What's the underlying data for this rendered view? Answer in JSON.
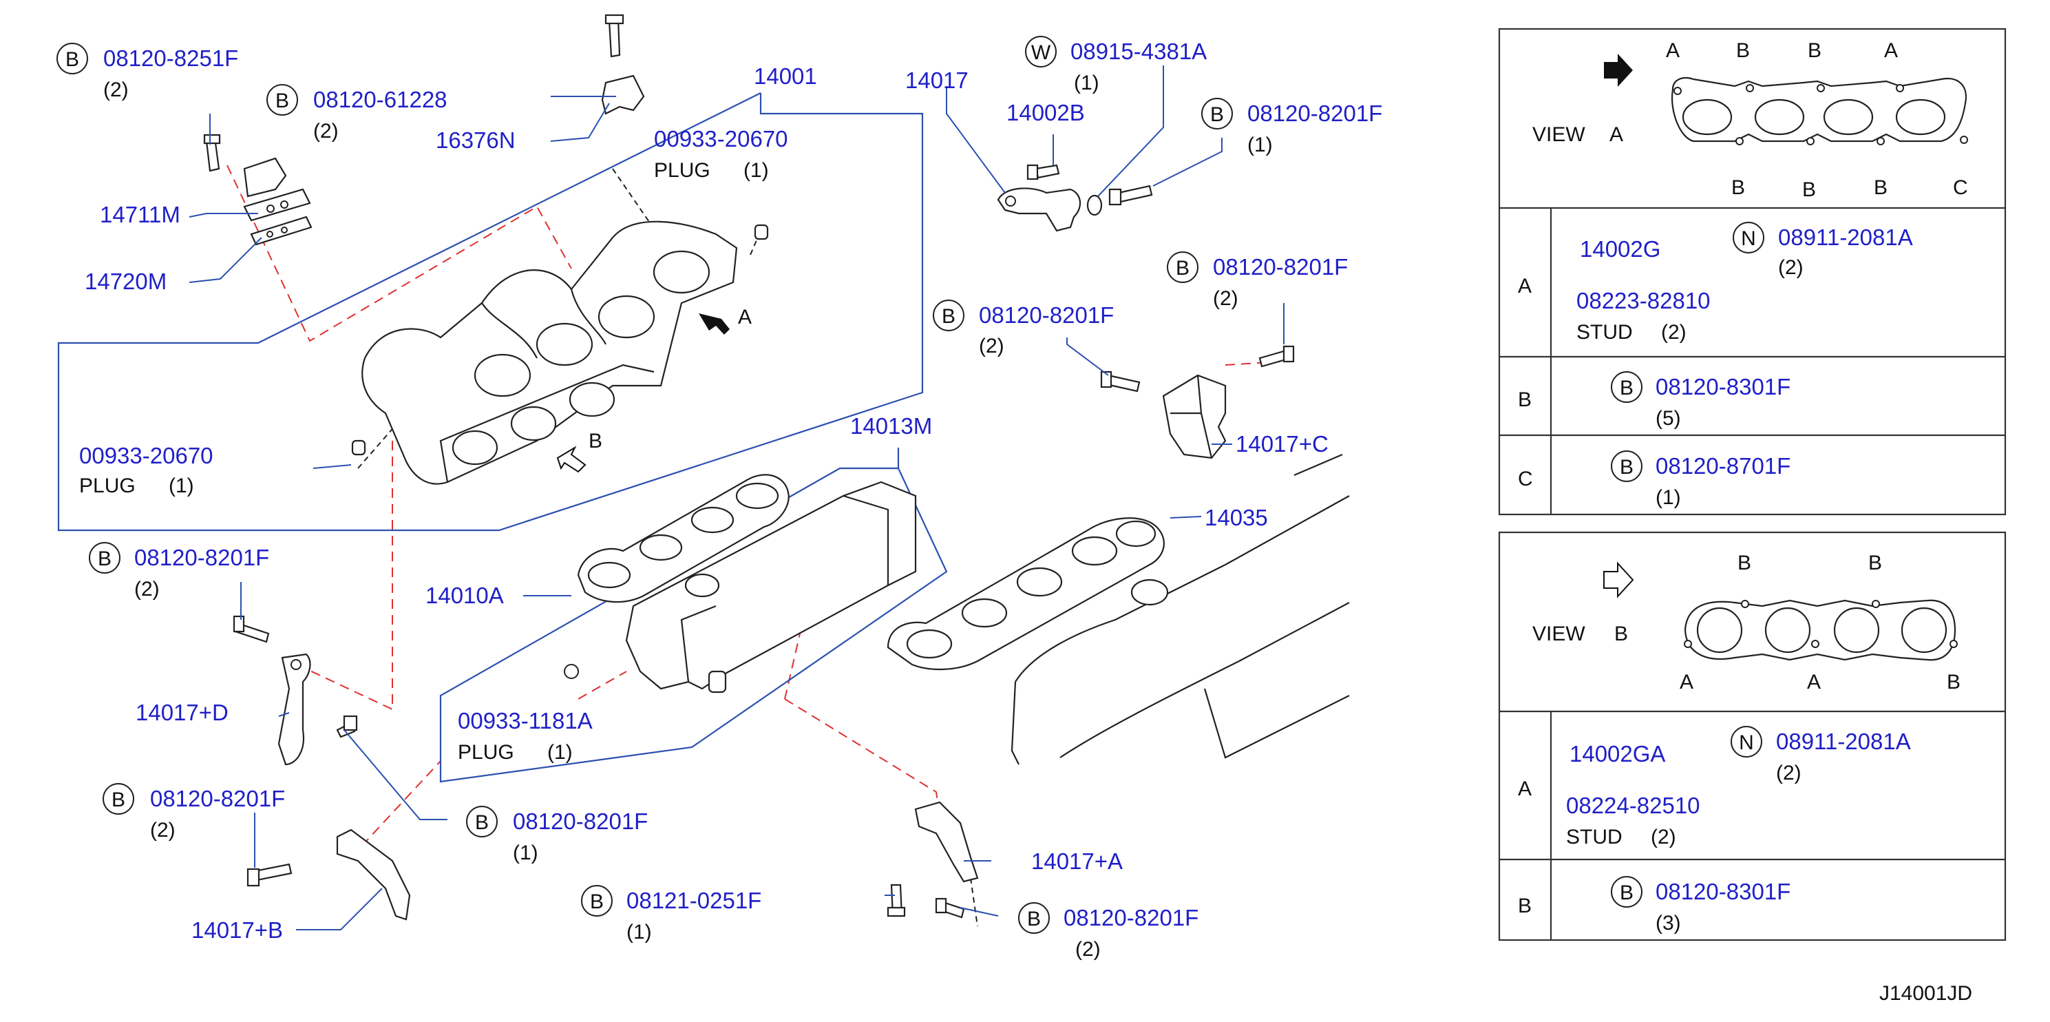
{
  "callouts": {
    "bolt_8251F": {
      "prefix": "B",
      "part": "08120-8251F",
      "qty": "(2)"
    },
    "bolt_61228": {
      "prefix": "B",
      "part": "08120-61228",
      "qty": "(2)"
    },
    "manifold": {
      "part": "14001"
    },
    "heat_insulator_16376N": {
      "part": "16376N"
    },
    "plug_upper": {
      "part": "00933-20670",
      "desc": "PLUG",
      "qty": "(1)"
    },
    "gasket_14711M": {
      "part": "14711M"
    },
    "gasket_14720M": {
      "part": "14720M"
    },
    "view_a_arrow": {
      "label": "A"
    },
    "view_b_arrow": {
      "label": "B"
    },
    "plug_left": {
      "part": "00933-20670",
      "desc": "PLUG",
      "qty": "(1)"
    },
    "bracket_14017": {
      "part": "14017"
    },
    "stud_14002B": {
      "part": "14002B"
    },
    "washer_4381A": {
      "prefix": "W",
      "part": "08915-4381A",
      "qty": "(1)"
    },
    "bolt_8201F_top": {
      "prefix": "B",
      "part": "08120-8201F",
      "qty": "(1)"
    },
    "bolt_8201F_c1": {
      "prefix": "B",
      "part": "08120-8201F",
      "qty": "(2)"
    },
    "bolt_8201F_c2": {
      "prefix": "B",
      "part": "08120-8201F",
      "qty": "(2)"
    },
    "bracket_14017C": {
      "part": "14017+C"
    },
    "collector_14013M": {
      "part": "14013M"
    },
    "gasket_14035": {
      "part": "14035"
    },
    "gasket_14010A": {
      "part": "14010A"
    },
    "bolt_8201F_d": {
      "prefix": "B",
      "part": "08120-8201F",
      "qty": "(2)"
    },
    "bracket_14017D": {
      "part": "14017+D"
    },
    "plug_1181A": {
      "part": "00933-1181A",
      "desc": "PLUG",
      "qty": "(1)"
    },
    "bolt_8201F_b": {
      "prefix": "B",
      "part": "08120-8201F",
      "qty": "(2)"
    },
    "bolt_8201F_mid": {
      "prefix": "B",
      "part": "08120-8201F",
      "qty": "(1)"
    },
    "bracket_14017B": {
      "part": "14017+B"
    },
    "bolt_0251F": {
      "prefix": "B",
      "part": "08121-0251F",
      "qty": "(1)"
    },
    "bracket_14017A": {
      "part": "14017+A"
    },
    "bolt_8201F_a": {
      "prefix": "B",
      "part": "08120-8201F",
      "qty": "(2)"
    }
  },
  "view_a": {
    "title_view": "VIEW",
    "title_letter": "A",
    "hole_top": [
      "A",
      "B",
      "B",
      "A"
    ],
    "hole_bottom": [
      "B",
      "B",
      "B",
      "C"
    ],
    "rows": [
      {
        "key": "A",
        "stud_part": "14002G",
        "nut_prefix": "N",
        "nut_part": "08911-2081A",
        "nut_qty": "(2)",
        "stud_no": "08223-82810",
        "stud_desc": "STUD",
        "stud_qty": "(2)"
      },
      {
        "key": "B",
        "prefix": "B",
        "part": "08120-8301F",
        "qty": "(5)"
      },
      {
        "key": "C",
        "prefix": "B",
        "part": "08120-8701F",
        "qty": "(1)"
      }
    ]
  },
  "view_b": {
    "title_view": "VIEW",
    "title_letter": "B",
    "hole_top": [
      "B",
      "B"
    ],
    "hole_bottom": [
      "A",
      "A",
      "B"
    ],
    "rows": [
      {
        "key": "A",
        "stud_part": "14002GA",
        "nut_prefix": "N",
        "nut_part": "08911-2081A",
        "nut_qty": "(2)",
        "stud_no": "08224-82510",
        "stud_desc": "STUD",
        "stud_qty": "(2)"
      },
      {
        "key": "B",
        "prefix": "B",
        "part": "08120-8301F",
        "qty": "(3)"
      }
    ]
  },
  "drawing_code": "J14001JD"
}
